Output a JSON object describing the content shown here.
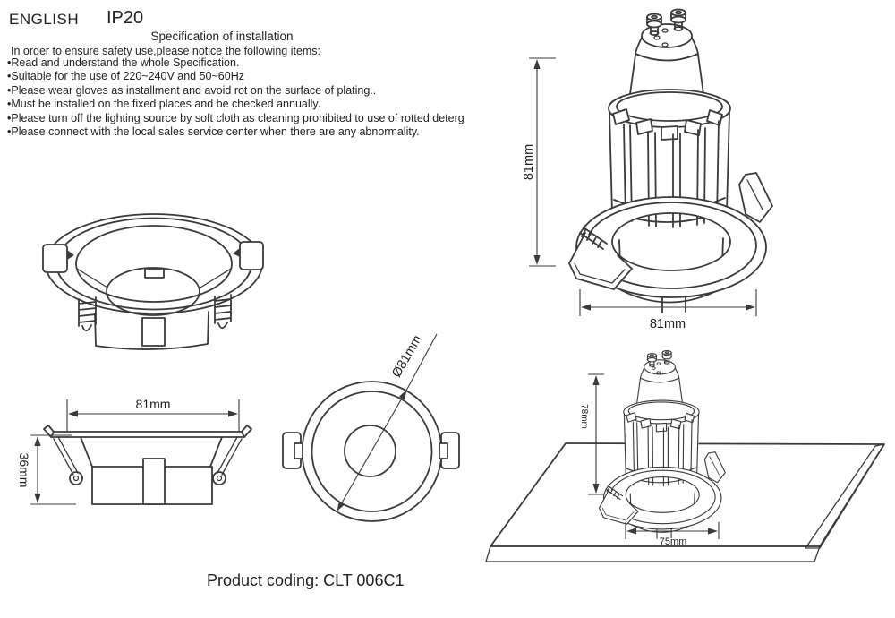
{
  "header": {
    "language": "ENGLISH",
    "ip_rating": "IP20"
  },
  "spec": {
    "title": "Specification of installation",
    "intro": "In order to ensure safety use,please notice the following items:",
    "items": [
      "•Read and understand the whole Specification.",
      "•Suitable for the use of 220~240V and 50~60Hz",
      "•Please wear gloves as installment and avoid rot on the surface of plating..",
      "•Must be installed on the fixed places and be checked annually.",
      "•Please turn off the lighting source by soft cloth as cleaning prohibited to use of rotted deterg",
      "•Please connect with the local sales service center when there are any abnormality."
    ]
  },
  "dimensions": {
    "lamp_height": "81mm",
    "lamp_width": "81mm",
    "section_width": "81mm",
    "section_height": "36mm",
    "top_diameter": "Ø81mm",
    "install_height": "78mm",
    "install_width": "75mm"
  },
  "footer": {
    "product_coding": "Product coding: CLT 006C1"
  },
  "colors": {
    "line": "#3a3a3a",
    "text": "#1f1f1f",
    "background": "#ffffff"
  }
}
